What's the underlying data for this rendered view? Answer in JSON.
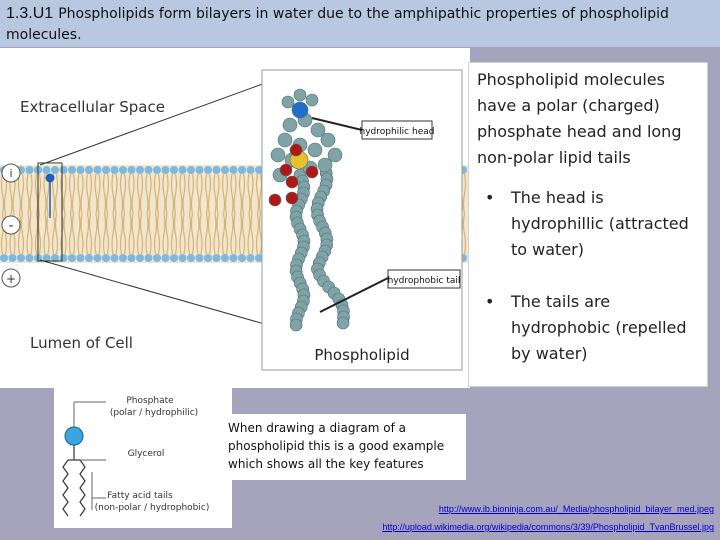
{
  "title": {
    "code": "1.3.U1",
    "text": "Phospholipids form bilayers in water due to the amphipathic properties of phospholipid molecules."
  },
  "membrane": {
    "extracellular_label": "Extracellular Space",
    "lumen_label": "Lumen of Cell",
    "hydrophilic_label": "hydrophilic head",
    "hydrophobic_label": "hydrophobic tail",
    "phospholipid_label": "Phospholipid",
    "charge_top": "i",
    "charge_minus": "-",
    "charge_plus": "+"
  },
  "info": {
    "intro": "Phospholipid molecules have a polar (charged) phosphate head and long non-polar lipid tails",
    "bullets": [
      {
        "marker": "•",
        "text": "The head is hydrophillic (attracted to water)"
      },
      {
        "marker": "•",
        "text": "The tails are hydrophobic (repelled by water)"
      }
    ]
  },
  "small_diagram": {
    "phosphate_label": "Phosphate",
    "phosphate_sub": "(polar / hydrophilic)",
    "glycerol_label": "Glycerol",
    "fatty_label": "Fatty acid tails",
    "fatty_sub": "(non-polar / hydrophobic)"
  },
  "caption": "When drawing a diagram of a phospholipid this is a good example which shows all the key features",
  "sources": [
    "http://www.ib.bioninja.com.au/_Media/phospholipid_bilayer_med.jpeg",
    "http://upload.wikimedia.org/wikipedia/commons/3/39/Phospholipid_TvanBrussel.jpg"
  ],
  "colors": {
    "title_bar": "#b8c8e0",
    "background": "#a6a3bd",
    "heads": "#7fb8dd",
    "tails": "#d6b37a",
    "bead": "#7fa3a6",
    "phosphorus": "#e8c02a",
    "oxygen": "#b01818",
    "nitrogen": "#1f6fc8"
  }
}
